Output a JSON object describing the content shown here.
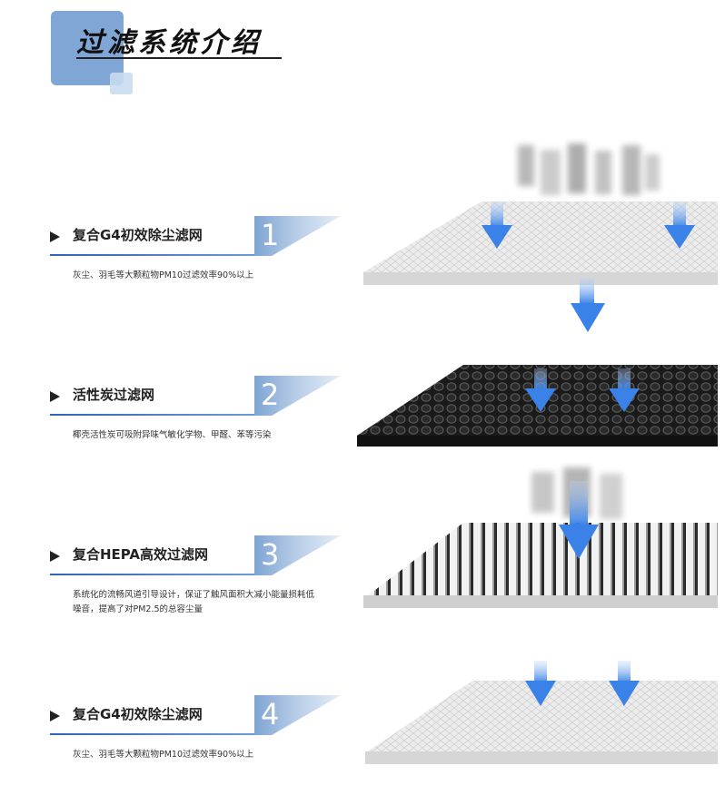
{
  "header": {
    "title": "过滤系统介绍"
  },
  "filters": [
    {
      "number": "1",
      "name": "复合G4初效除尘滤网",
      "desc": "灰尘、羽毛等大颗粒物PM10过滤效率90%以上"
    },
    {
      "number": "2",
      "name": "活性炭过滤网",
      "desc": "椰壳活性炭可吸附异味气敏化学物、甲醛、苯等污染"
    },
    {
      "number": "3",
      "name": "复合HEPA高效过滤网",
      "desc": "系统化的流畅风道引导设计，保证了触风面积大减小能量损耗低噪音，提高了对PM2.5的总容尘量"
    },
    {
      "number": "4",
      "name": "复合G4初效除尘滤网",
      "desc": "灰尘、羽毛等大颗粒物PM10过滤效率90%以上"
    }
  ],
  "colors": {
    "accent": "#2e63b8",
    "header_square": "#7fa6d4",
    "arrow": "#3b82e8"
  },
  "icons": [
    "triangle-bullet-icon",
    "down-arrow-icon"
  ]
}
